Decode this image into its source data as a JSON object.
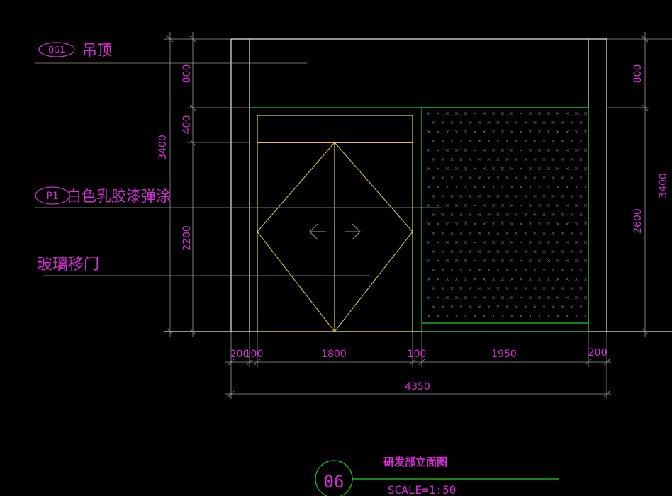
{
  "colors": {
    "background": "#000000",
    "line_white": "#e8e8e8",
    "dim_grey": "#9a9a9a",
    "magenta": "#d62fd6",
    "green": "#22cc22",
    "yellow": "#e6d24a",
    "orange": "#f2b070"
  },
  "labels": {
    "qg1_tag": "QG1",
    "qg1_text": "吊顶",
    "p1_tag": "P1",
    "p1_text": "白色乳胶漆弹涂",
    "glass_door_text": "玻璃移门"
  },
  "dims": {
    "left_800": "800",
    "left_400": "400",
    "left_2200": "2200",
    "left_3400": "3400",
    "right_800": "800",
    "right_2600": "2600",
    "right_3400": "3400",
    "bottom_200_left": "200",
    "bottom_100_left": "100",
    "bottom_1800": "1800",
    "bottom_100_mid": "100",
    "bottom_1950": "1950",
    "bottom_200_right": "200",
    "bottom_total": "4350"
  },
  "title_block": {
    "number": "06",
    "title": "研发部立面图",
    "scale": "SCALE=1:50"
  }
}
